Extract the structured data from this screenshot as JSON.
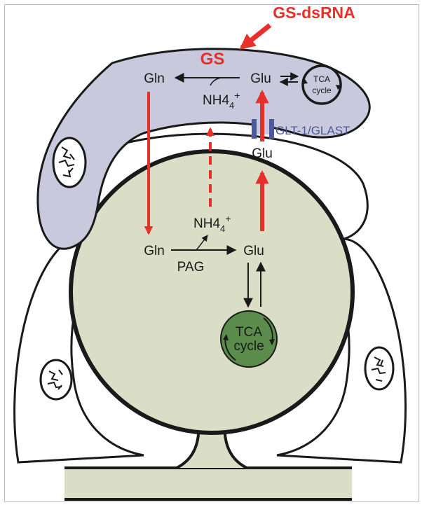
{
  "labels": {
    "gs_dsrna": "GS-dsRNA",
    "gs": "GS",
    "gln_astro": "Gln",
    "glu_astro": "Glu",
    "nh4_astro": "NH4",
    "tca_astro_line1": "TCA",
    "tca_astro_line2": "cycle",
    "transporter": "GLT-1/GLAST",
    "glu_cleft": "Glu",
    "nh4_neuron": "NH4",
    "gln_neuron": "Gln",
    "glu_neuron": "Glu",
    "pag": "PAG",
    "tca_neuron_line1": "TCA",
    "tca_neuron_line2": "cycle",
    "plus": "+",
    "sub4": "4"
  },
  "colors": {
    "astrocyte_fill": "#c9c9de",
    "neuron_fill": "#dadec6",
    "tca_neuron_fill": "#5b8c4c",
    "arrow_red": "#e8302a",
    "outline": "#1a1a1a",
    "transporter": "#4a5a9a"
  }
}
